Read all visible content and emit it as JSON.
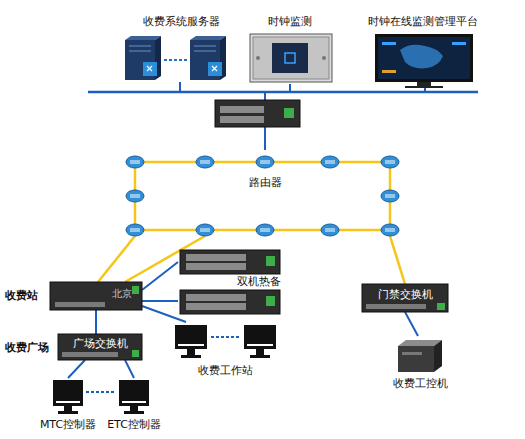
{
  "diagram": {
    "nodes": [
      {
        "text": [
          "收费系统服务器"
        ]
      },
      {
        "text": [
          "时钟监测"
        ]
      },
      {
        "text": [
          "时钟在线监测管理平台"
        ]
      },
      {
        "text": [
          "路由器"
        ]
      },
      {
        "text": [
          "收费站",
          "北京"
        ]
      },
      {
        "text": [
          "双机热备"
        ]
      },
      {
        "text": [
          "门禁交换机"
        ]
      },
      {
        "text": [
          "收费工控机"
        ]
      },
      {
        "text": [
          "收费广场",
          "广场交换机"
        ]
      },
      {
        "text": [
          "收费工作站"
        ]
      },
      {
        "text": [
          "MTC控制器"
        ]
      },
      {
        "text": [
          "ETC控制器"
        ]
      }
    ],
    "edges": [
      {
        "from": 0,
        "to": 3,
        "arrow": "none"
      },
      {
        "from": 1,
        "to": 3,
        "arrow": "none"
      },
      {
        "from": 2,
        "to": 3,
        "arrow": "none"
      },
      {
        "from": 3,
        "to": 4,
        "arrow": "none"
      },
      {
        "from": 3,
        "to": 4,
        "arrow": "none"
      },
      {
        "from": 3,
        "to": 6,
        "arrow": "none"
      },
      {
        "from": 4,
        "to": 5,
        "arrow": "none"
      },
      {
        "from": 4,
        "to": 5,
        "arrow": "none"
      },
      {
        "from": 4,
        "to": 9,
        "arrow": "none"
      },
      {
        "from": 4,
        "to": 8,
        "arrow": "none"
      },
      {
        "from": 6,
        "to": 7,
        "arrow": "none"
      },
      {
        "from": 8,
        "to": 10,
        "arrow": "none"
      },
      {
        "from": 8,
        "to": 11,
        "arrow": "none"
      }
    ]
  }
}
